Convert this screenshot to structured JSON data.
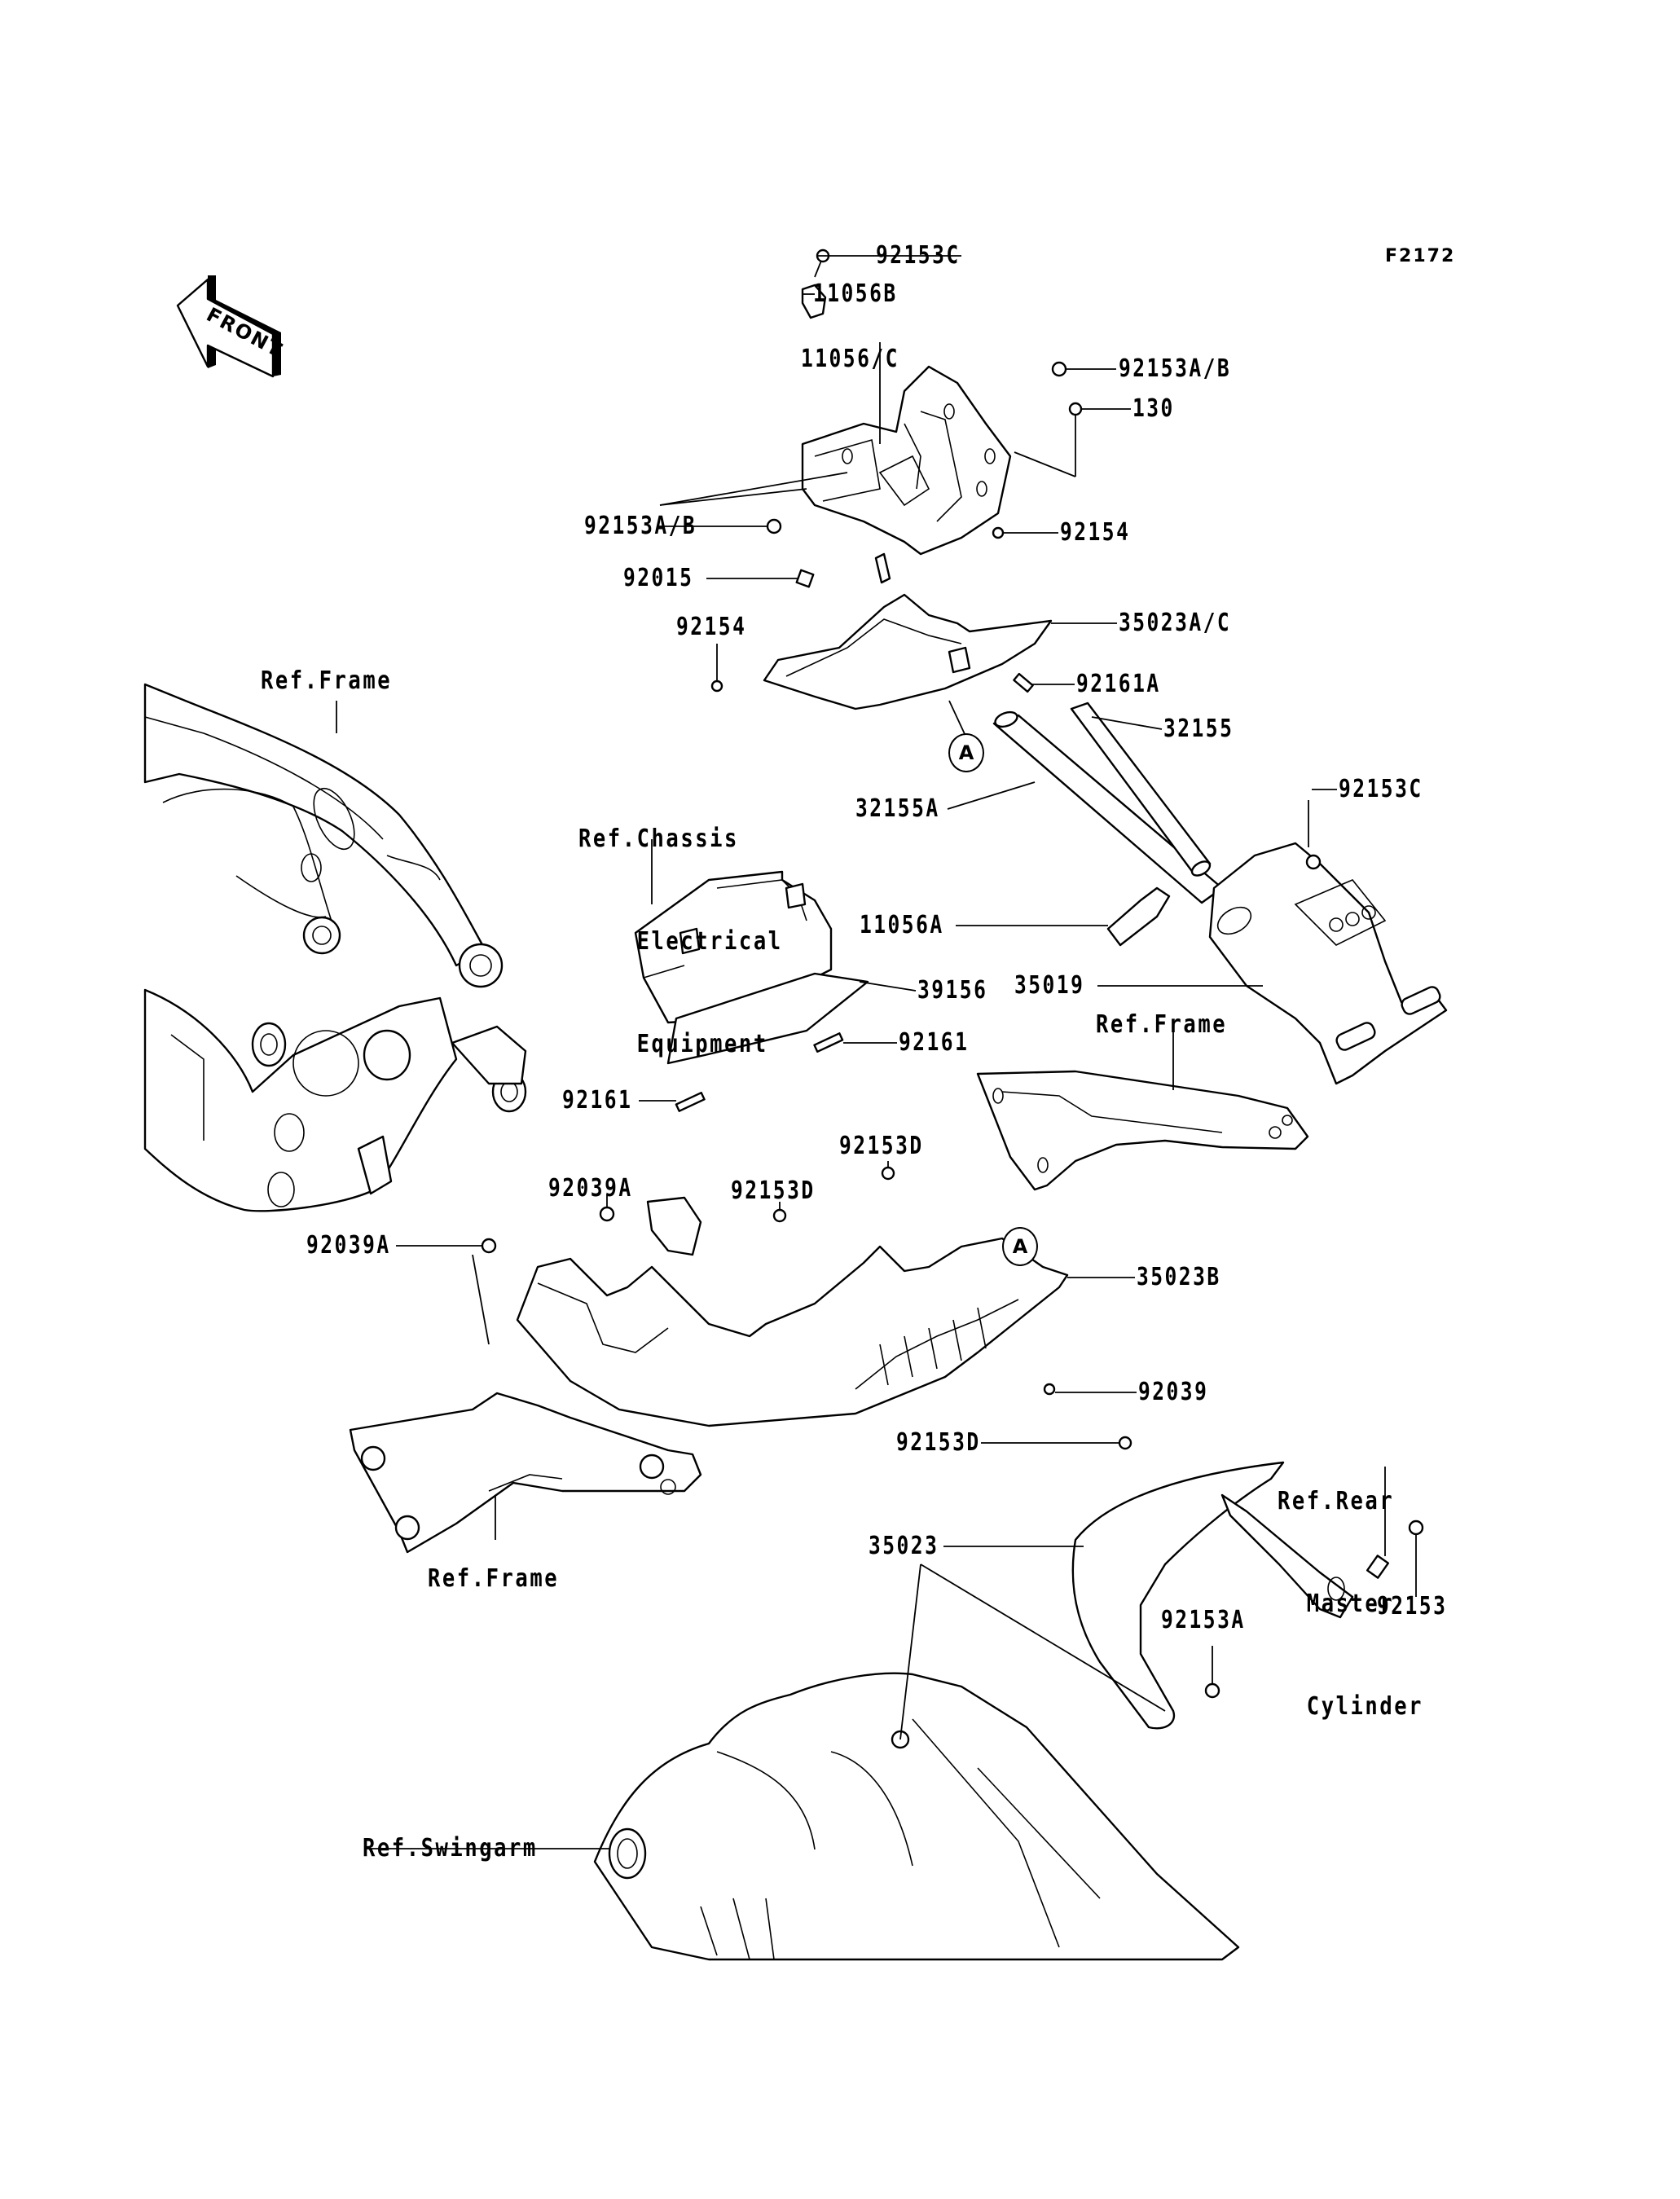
{
  "figure_id": "F2172",
  "direction_indicator": {
    "text": "FRONT",
    "icon": "front-arrow-icon"
  },
  "part_labels": [
    {
      "id": "92153C-top",
      "text": "92153C"
    },
    {
      "id": "11056B",
      "text": "11056B"
    },
    {
      "id": "11056-C",
      "text": "11056/C"
    },
    {
      "id": "92153A-B-right",
      "text": "92153A/B"
    },
    {
      "id": "130",
      "text": "130"
    },
    {
      "id": "92153A-B-left",
      "text": "92153A/B"
    },
    {
      "id": "92154-right",
      "text": "92154"
    },
    {
      "id": "92015",
      "text": "92015"
    },
    {
      "id": "35023A-C",
      "text": "35023A/C"
    },
    {
      "id": "92154-left",
      "text": "92154"
    },
    {
      "id": "92161A",
      "text": "92161A"
    },
    {
      "id": "32155",
      "text": "32155"
    },
    {
      "id": "92153C-right",
      "text": "92153C"
    },
    {
      "id": "32155A",
      "text": "32155A"
    },
    {
      "id": "11056A",
      "text": "11056A"
    },
    {
      "id": "35019",
      "text": "35019"
    },
    {
      "id": "39156",
      "text": "39156"
    },
    {
      "id": "92161-right",
      "text": "92161"
    },
    {
      "id": "92161-left",
      "text": "92161"
    },
    {
      "id": "92153D-upper",
      "text": "92153D"
    },
    {
      "id": "92039A-mid",
      "text": "92039A"
    },
    {
      "id": "92153D-mid",
      "text": "92153D"
    },
    {
      "id": "92039A-left",
      "text": "92039A"
    },
    {
      "id": "35023B",
      "text": "35023B"
    },
    {
      "id": "92039",
      "text": "92039"
    },
    {
      "id": "92153D-lower",
      "text": "92153D"
    },
    {
      "id": "35023",
      "text": "35023"
    },
    {
      "id": "92153",
      "text": "92153"
    },
    {
      "id": "92153A",
      "text": "92153A"
    }
  ],
  "reference_labels": [
    {
      "id": "ref-frame-top",
      "lines": [
        "Ref.Frame"
      ]
    },
    {
      "id": "ref-chassis",
      "lines": [
        "Ref.Chassis",
        "    Electrical",
        "    Equipment"
      ]
    },
    {
      "id": "ref-frame-right",
      "lines": [
        "Ref.Frame"
      ]
    },
    {
      "id": "ref-frame-bottom",
      "lines": [
        "Ref.Frame"
      ]
    },
    {
      "id": "ref-rear-master",
      "lines": [
        "Ref.Rear",
        "  Master",
        "  Cylinder"
      ]
    },
    {
      "id": "ref-swingarm",
      "lines": [
        "Ref.Swingarm"
      ]
    }
  ],
  "connection_markers": [
    {
      "id": "marker-a-upper",
      "text": "A"
    },
    {
      "id": "marker-a-lower",
      "text": "A"
    }
  ]
}
